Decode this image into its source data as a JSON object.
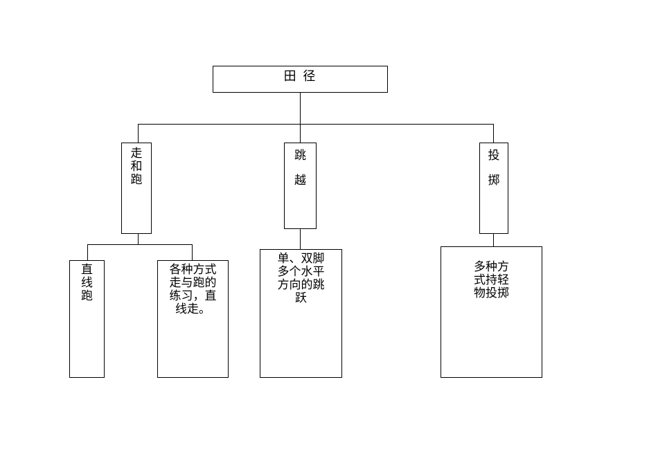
{
  "root": {
    "label": "田    径"
  },
  "categories": [
    {
      "label": "走和跑"
    },
    {
      "label": "跳越"
    },
    {
      "label": "投掷"
    }
  ],
  "leaves": [
    {
      "label": "直线跑"
    },
    {
      "label": "各种方式走与跑的练习，直线走。"
    },
    {
      "label": "单、双脚多个水平方向的跳跃"
    },
    {
      "label": "多种方式持轻物投掷"
    }
  ]
}
